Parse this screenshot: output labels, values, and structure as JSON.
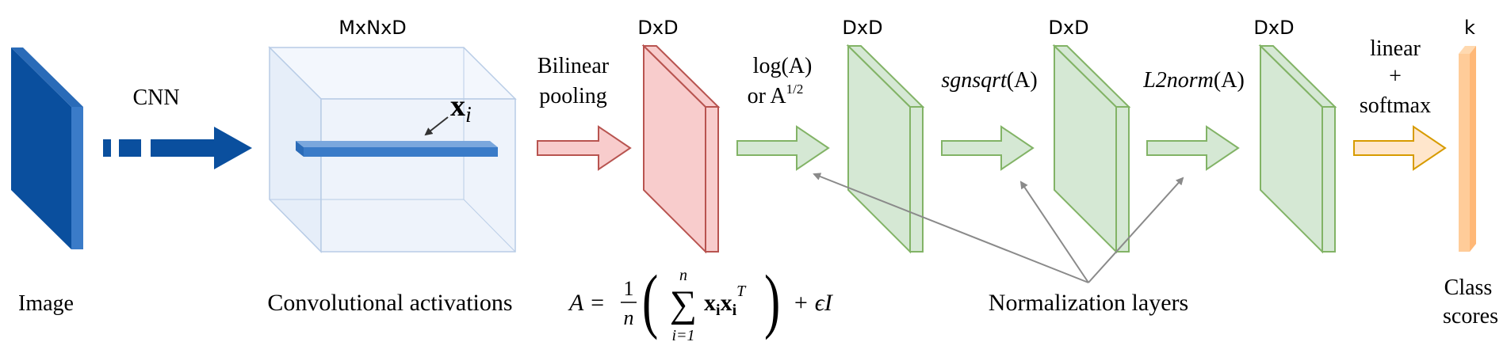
{
  "labels": {
    "image": "Image",
    "cnn": "CNN",
    "dims_mxnxd": "MxNxD",
    "conv_activations": "Convolutional activations",
    "xi_main": "x",
    "xi_sub": "i",
    "bilinear_line1": "Bilinear",
    "bilinear_line2": "pooling",
    "dxd_1": "DxD",
    "dxd_2": "DxD",
    "dxd_3": "DxD",
    "dxd_4": "DxD",
    "log_line1": "log(A)",
    "log_line2": "or A",
    "log_sup": "1/2",
    "sgnsqrt_italic": "sgnsqrt",
    "sgnsqrt_arg": "(A)",
    "l2norm_italic": "L2norm",
    "l2norm_arg": "(A)",
    "k": "k",
    "linear_line1": "linear",
    "linear_line2": "+",
    "linear_line3": "softmax",
    "normalization_layers": "Normalization layers",
    "class_line1": "Class",
    "class_line2": "scores"
  },
  "formula": {
    "lhs": "A =",
    "frac_num": "1",
    "frac_den": "n",
    "sum_top": "n",
    "sum_symbol": "∑",
    "sum_bottom": "i=1",
    "term_x1": "x",
    "term_i1": "i",
    "term_x2": "x",
    "term_i2": "i",
    "term_T": "T",
    "tail": "+ ϵI",
    "paren_left": "(",
    "paren_right": ")"
  },
  "colors": {
    "blue_dark": "#0a4f9e",
    "blue_side": "#3a7bc8",
    "cube_fill": "#eef3fb",
    "cube_stroke": "#b8cce6",
    "red_fill": "#f8cccc",
    "red_stroke": "#b85450",
    "green_fill": "#d5e8d4",
    "green_stroke": "#82b366",
    "orange_fill": "#ffe6cc",
    "orange_stroke": "#d79b00",
    "orange_slab": "#ffcc99",
    "gray_arrow": "#8a8a8a"
  }
}
